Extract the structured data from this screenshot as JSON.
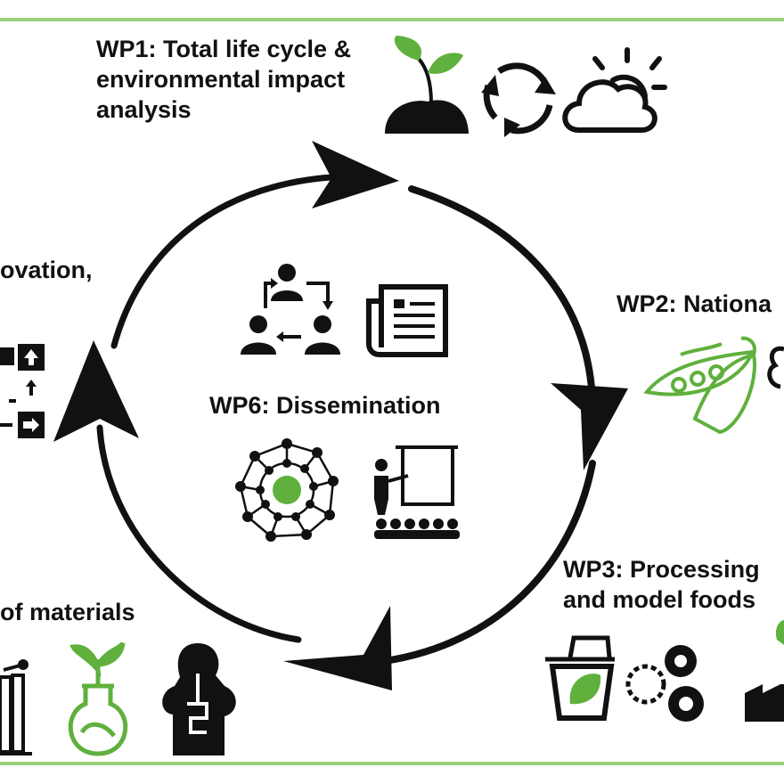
{
  "colors": {
    "accent_green": "#5fb03d",
    "frame_green": "#9bd17b",
    "ink": "#111111"
  },
  "labels": {
    "wp1_line1": "WP1: Total life cycle &",
    "wp1_line2": "environmental impact",
    "wp1_line3": "analysis",
    "wp2": "WP2: Nationa",
    "wp3_line1": "WP3: Processing",
    "wp3_line2": "and model foods",
    "wp4": "of materials",
    "wp5": "ovation,",
    "wp6": "WP6: Dissemination"
  },
  "icons": {
    "wp1": [
      "seedling-soil-icon",
      "recycle-arrows-icon",
      "sun-cloud-icon"
    ],
    "wp2": [
      "pea-pods-icon",
      "partial-icon"
    ],
    "wp3": [
      "compost-bin-icon",
      "gears-icon",
      "factory-icon"
    ],
    "wp4": [
      "bar-chart-icon",
      "plant-flask-icon",
      "human-digestion-icon"
    ],
    "wp5": [
      "flowchart-icon"
    ],
    "wp6": [
      "people-exchange-icon",
      "newspaper-icon",
      "network-globe-icon",
      "presentation-audience-icon"
    ]
  }
}
